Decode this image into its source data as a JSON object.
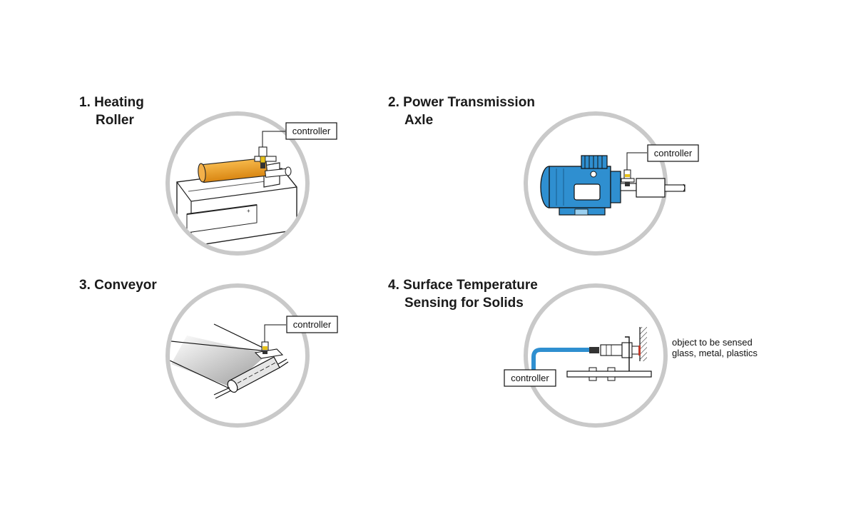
{
  "panels": [
    {
      "number": "1.",
      "title_line1": "Heating",
      "title_line2": "Roller",
      "controller_label": "controller"
    },
    {
      "number": "2.",
      "title_line1": "Power Transmission",
      "title_line2": "Axle",
      "controller_label": "controller"
    },
    {
      "number": "3.",
      "title_line1": "Conveyor",
      "title_line2": "",
      "controller_label": "controller"
    },
    {
      "number": "4.",
      "title_line1": "Surface Temperature",
      "title_line2": "Sensing for Solids",
      "controller_label": "controller",
      "note_line1": "object to be sensed",
      "note_line2": "glass, metal, plastics"
    }
  ],
  "colors": {
    "ring": "#c9c9c9",
    "roller": "#f0a02a",
    "motor": "#2f8fd0",
    "cable": "#2f8fd0",
    "sensor_tip": "#e8c21a",
    "object_hatch": "#c23a2a"
  }
}
